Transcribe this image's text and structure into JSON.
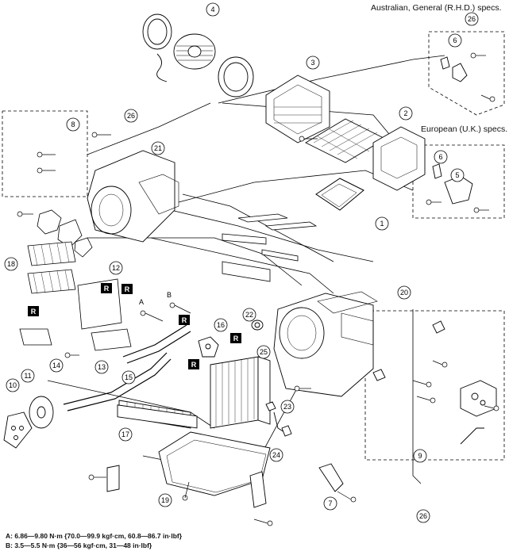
{
  "labels": {
    "aus_spec": "Australian, General (R.H.D.) specs.",
    "eu_spec": "European (U.K.) specs."
  },
  "torque": {
    "a": "A: 6.86—9.80 N·m {70.0—99.9 kgf·cm, 60.8—86.7 in·lbf}",
    "b": "B: 3.5—5.5 N·m {36—56 kgf·cm, 31—48 in·lbf}"
  },
  "callouts": [
    "1",
    "2",
    "3",
    "4",
    "5",
    "6",
    "6",
    "7",
    "8",
    "9",
    "10",
    "11",
    "12",
    "13",
    "14",
    "15",
    "16",
    "17",
    "18",
    "19",
    "20",
    "21",
    "22",
    "23",
    "24",
    "25",
    "26",
    "26",
    "26"
  ],
  "r_badges": [
    "R",
    "R",
    "R",
    "R",
    "R",
    "R"
  ],
  "bolt_letters": [
    "A",
    "B"
  ]
}
